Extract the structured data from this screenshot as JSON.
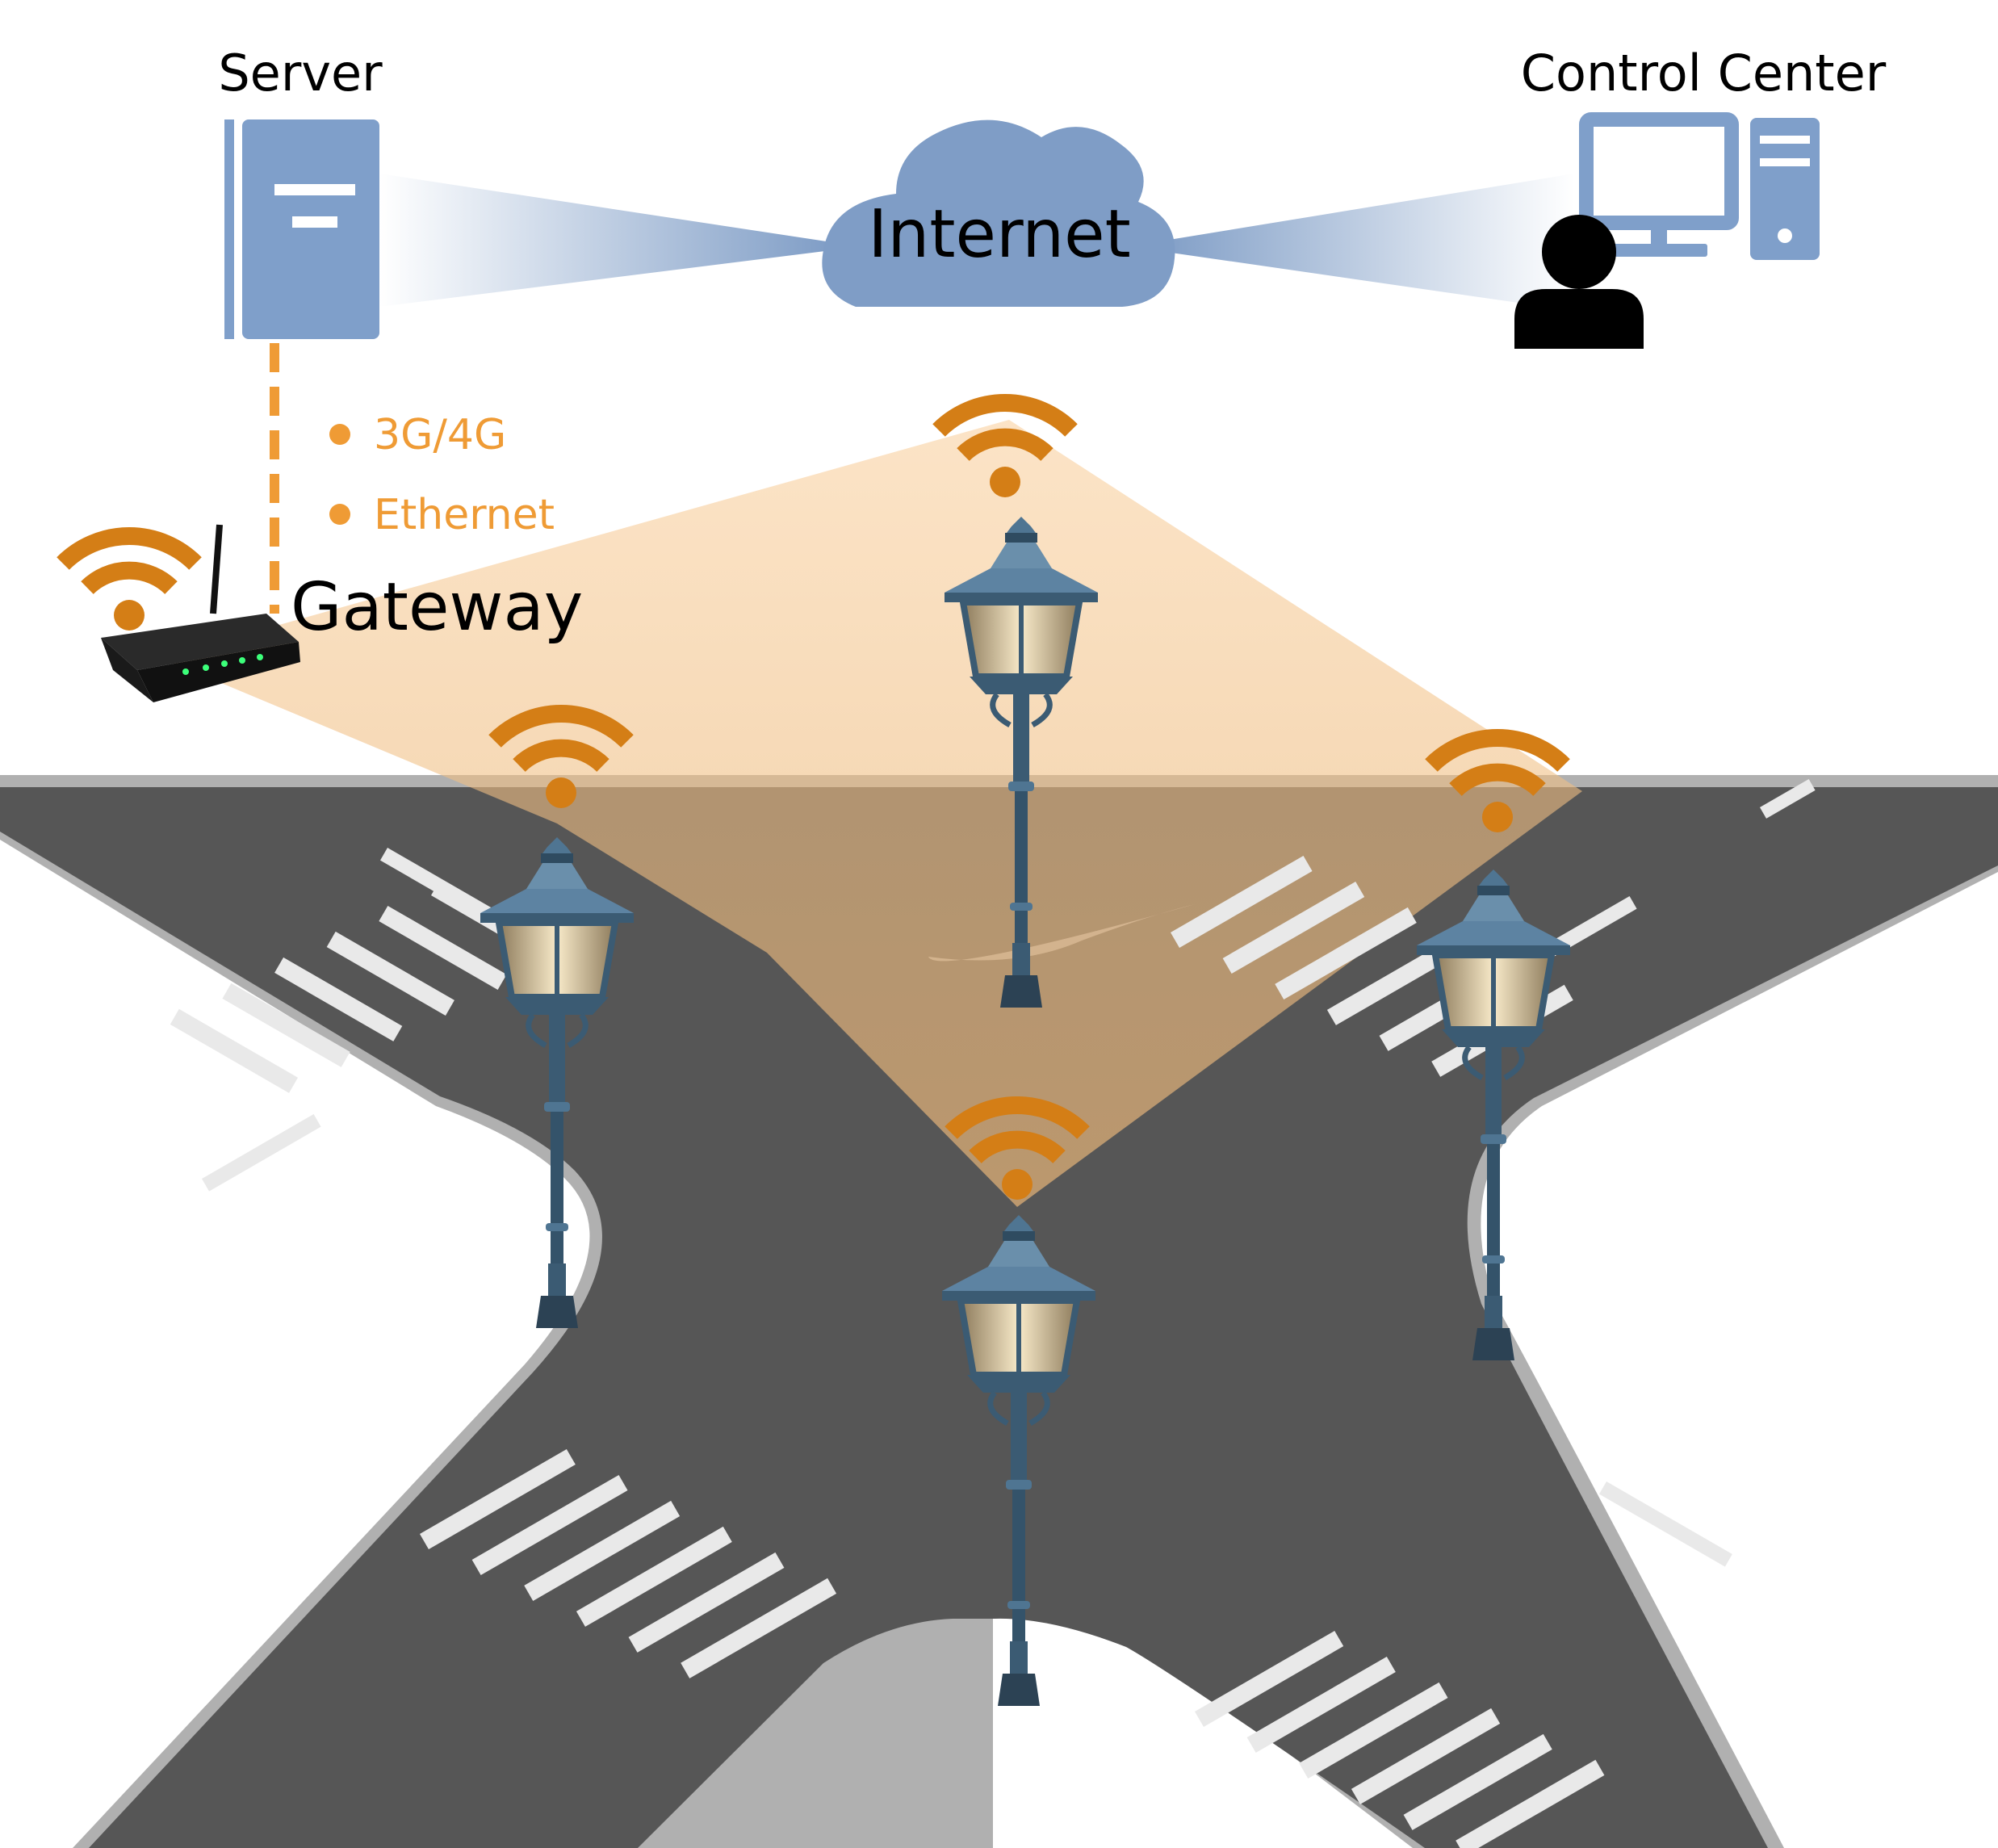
{
  "labels": {
    "server": "Server",
    "control_center": "Control Center",
    "internet": "Internet",
    "gateway": "Gateway"
  },
  "legend": [
    {
      "text": "3G/4G"
    },
    {
      "text": "Ethernet"
    }
  ],
  "colors": {
    "device_blue": "#7f9fca",
    "cloud_blue": "#7f9dc6",
    "accent_orange": "#ef9b35",
    "wifi_orange": "#d47e16",
    "road": "#565656",
    "curb": "#a6a6a6",
    "text": "#000000",
    "lamp_glass": "#f3e2bd",
    "lamp_metal": "#3b5b73"
  },
  "icons": {
    "server": "server-icon",
    "cloud": "cloud-icon",
    "computer": "desktop-computer-icon",
    "user": "user-icon",
    "router": "router-icon",
    "wifi": "wifi-icon",
    "street_lamp": "street-lamp-icon"
  }
}
